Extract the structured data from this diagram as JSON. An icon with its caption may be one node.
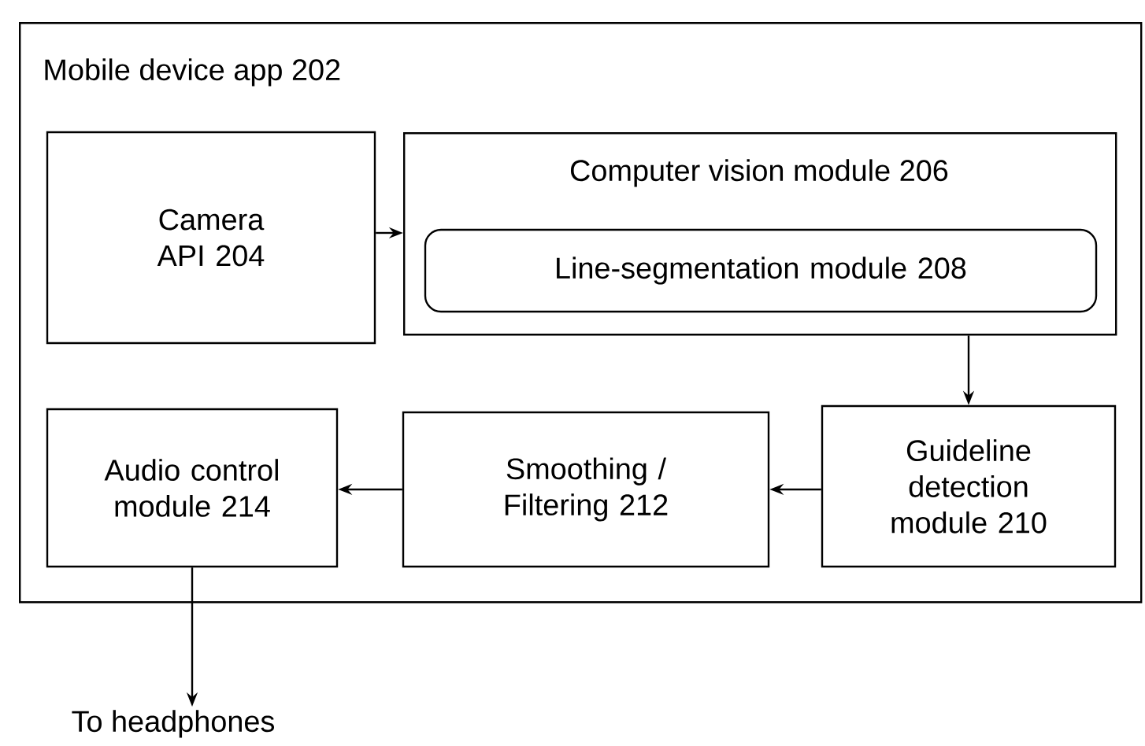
{
  "diagram": {
    "nodes": [
      {
        "text": [
          "Mobile device app 202"
        ]
      },
      {
        "text": [
          "Camera API 204"
        ],
        "in": 0
      },
      {
        "text": [
          "Computer vision module 206"
        ],
        "in": 0
      },
      {
        "text": [
          "Line-segmentation module 208"
        ],
        "in": 2
      },
      {
        "text": [
          "Guideline detection module 210"
        ],
        "in": 0
      },
      {
        "text": [
          "Smoothing / Filtering 212"
        ],
        "in": 0
      },
      {
        "text": [
          "Audio control module 214"
        ],
        "in": 0
      },
      {
        "text": [
          "To headphones"
        ]
      }
    ],
    "edges": [
      {
        "from": 1,
        "to": 2,
        "arrow": "to"
      },
      {
        "from": 2,
        "to": 4,
        "arrow": "to"
      },
      {
        "from": 4,
        "to": 5,
        "arrow": "to"
      },
      {
        "from": 5,
        "to": 6,
        "arrow": "to"
      },
      {
        "from": 6,
        "to": 7,
        "arrow": "to"
      }
    ]
  }
}
